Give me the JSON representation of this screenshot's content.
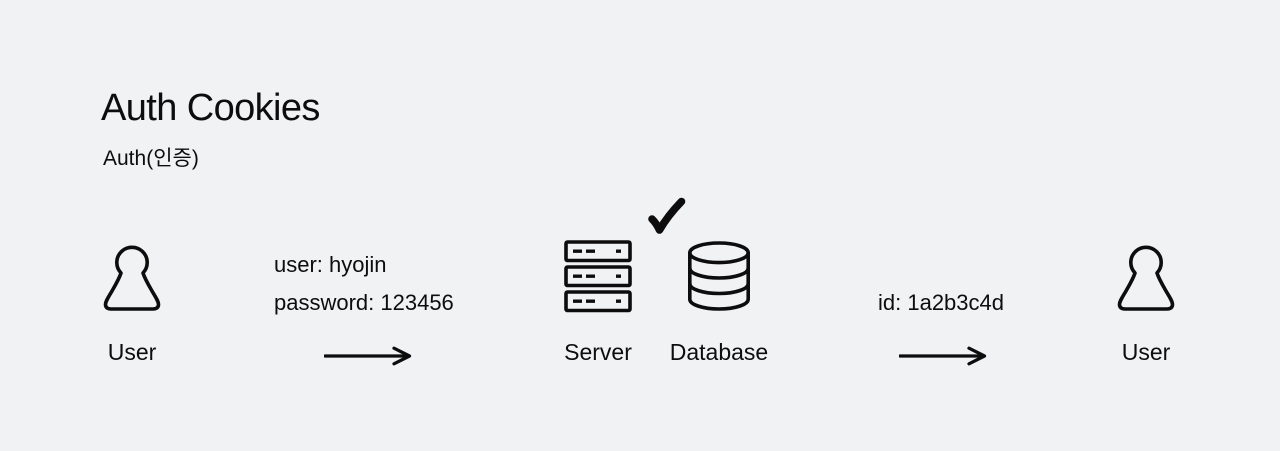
{
  "colors": {
    "background": "#f1f2f4",
    "ink": "#0d0d0d"
  },
  "header": {
    "title": "Auth Cookies",
    "subtitle": "Auth(인증)"
  },
  "diagram": {
    "user_left": {
      "icon": "person-icon",
      "label": "User"
    },
    "request": {
      "lines": [
        "user: hyojin",
        "password: 123456"
      ],
      "arrow": "right-arrow-icon"
    },
    "server": {
      "icon": "server-icon",
      "label": "Server",
      "status_icon": "checkmark-icon"
    },
    "database": {
      "icon": "database-icon",
      "label": "Database"
    },
    "response": {
      "text": "id: 1a2b3c4d",
      "arrow": "right-arrow-icon"
    },
    "user_right": {
      "icon": "person-icon",
      "label": "User"
    }
  }
}
